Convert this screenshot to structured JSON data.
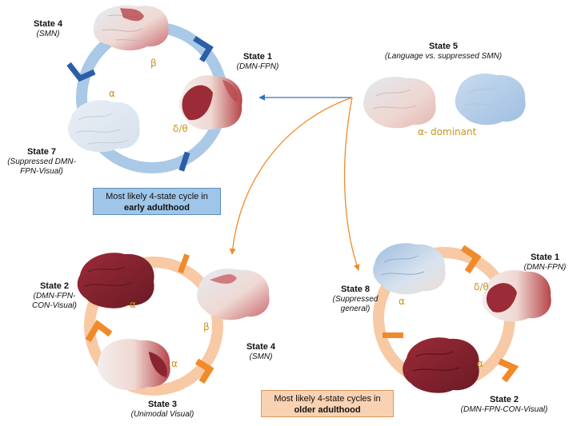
{
  "early": {
    "state4": {
      "title": "State 4",
      "sub": "(SMN)"
    },
    "state1": {
      "title": "State 1",
      "sub": "(DMN-FPN)"
    },
    "state7": {
      "title": "State 7",
      "sub1": "(Suppressed DMN-",
      "sub2": "FPN-Visual)"
    },
    "greek_beta": "β",
    "greek_alpha": "α",
    "greek_delta_theta": "δ/θ",
    "box_line1": "Most likely 4-state cycle in",
    "box_line2": "early adulthood"
  },
  "state5": {
    "title": "State 5",
    "sub": "(Language vs. suppressed SMN)",
    "greek": "α- dominant"
  },
  "older_left": {
    "state2": {
      "title": "State 2",
      "sub1": "(DMN-FPN-",
      "sub2": "CON-Visual)"
    },
    "state4": {
      "title": "State 4",
      "sub": "(SMN)"
    },
    "state3": {
      "title": "State 3",
      "sub": "(Unimodal Visual)"
    },
    "greek_alpha_top": "α",
    "greek_beta": "β",
    "greek_alpha_bottom": "α"
  },
  "older_right": {
    "state1": {
      "title": "State 1",
      "sub": "(DMN-FPN)"
    },
    "state8": {
      "title": "State 8",
      "sub1": "(Suppressed",
      "sub2": "general)"
    },
    "state2": {
      "title": "State 2",
      "sub": "(DMN-FPN-CON-Visual)"
    },
    "greek_alpha_left": "α",
    "greek_delta_theta": "δ/θ",
    "greek_alpha_bottom": "α"
  },
  "older_box_line1": "Most likely 4-state cycles in",
  "older_box_line2": "older adulthood",
  "colors": {
    "ring_blue": "#a9c9e6",
    "arrow_blue": "#2b5ea8",
    "ring_orange": "#f7c9a4",
    "arrow_orange": "#f08a2a",
    "greek": "#c8941d"
  }
}
